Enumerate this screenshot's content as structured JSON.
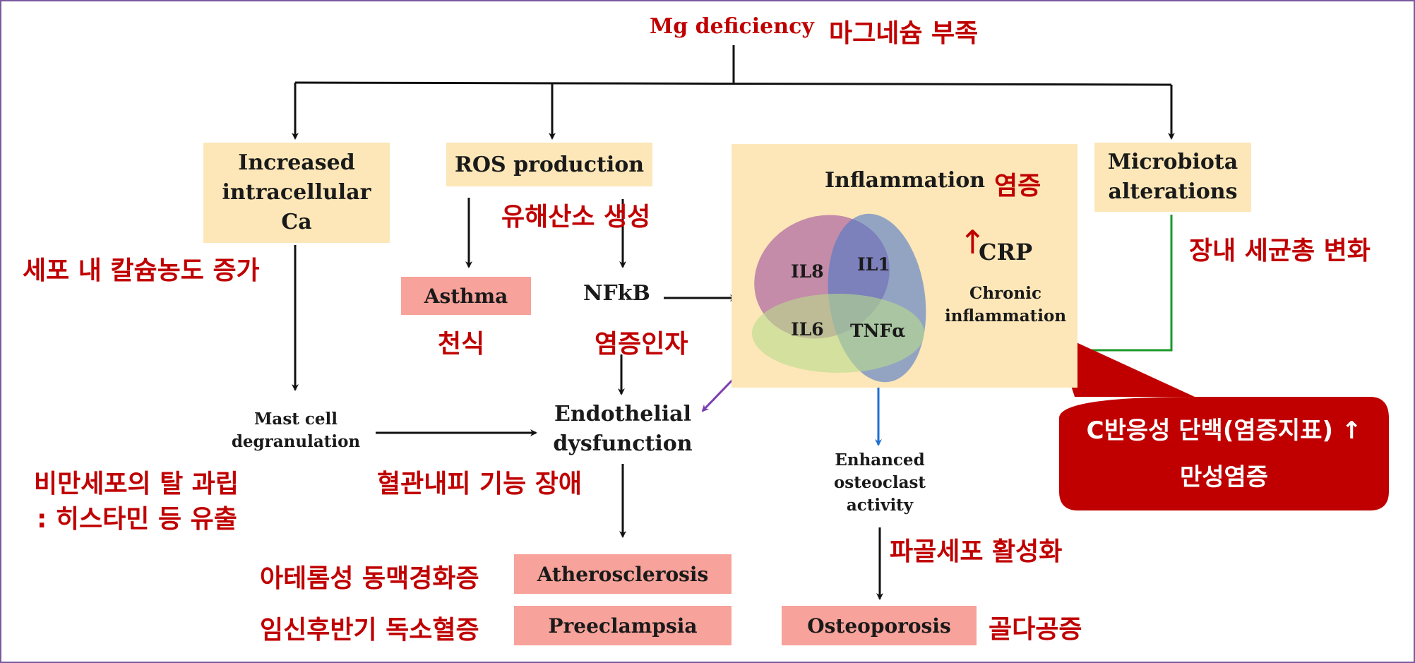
{
  "title": {
    "en": "Mg deficiency",
    "ko": "마그네슘 부족"
  },
  "calcium": {
    "en": "Increased intracellular Ca",
    "ko": "세포 내 칼슘농도 증가"
  },
  "ros": {
    "en": "ROS production",
    "ko": "유해산소 생성"
  },
  "asthma": {
    "en": "Asthma",
    "ko": "천식"
  },
  "nfkb": {
    "en": "NFkB",
    "ko": "염증인자"
  },
  "mast_cell": {
    "en": "Mast cell degranulation",
    "ko_line1": "비만세포의 탈 과립",
    "ko_line2": ": 히스타민 등 유출"
  },
  "endothelial": {
    "en": "Endothelial dysfunction",
    "ko": "혈관내피 기능 장애"
  },
  "atherosclerosis": {
    "en": "Atherosclerosis",
    "ko": "아테롬성 동맥경화증"
  },
  "preeclampsia": {
    "en": "Preeclampsia",
    "ko": "임신후반기 독소혈증"
  },
  "inflammation": {
    "en": "Inflammation",
    "ko": "염증",
    "cytokines": {
      "il8": "IL8",
      "il1": "IL1",
      "il6": "IL6",
      "tnf": "TNFα"
    },
    "crp_arrow": "↑",
    "crp": "CRP",
    "chronic": "Chronic inflammation"
  },
  "microbiota": {
    "en": "Microbiota alterations",
    "ko": "장내 세균총 변화"
  },
  "osteoclast": {
    "en": "Enhanced osteoclast activity",
    "ko": "파골세포 활성화"
  },
  "osteoporosis": {
    "en": "Osteoporosis",
    "ko": "골다공증"
  },
  "callout": {
    "line1": "C반응성 단백(염증지표) ↑",
    "line2": "만성염증"
  },
  "colors": {
    "line": "#111111",
    "korean": "#c00000",
    "box_yellow": "#fde7b8",
    "box_pink": "#f7a29a",
    "green_arrow": "#1a9a2a",
    "blue_arrow": "#1f6fd0",
    "purple_arrow": "#7b3fb0",
    "callout": "#c00000"
  }
}
